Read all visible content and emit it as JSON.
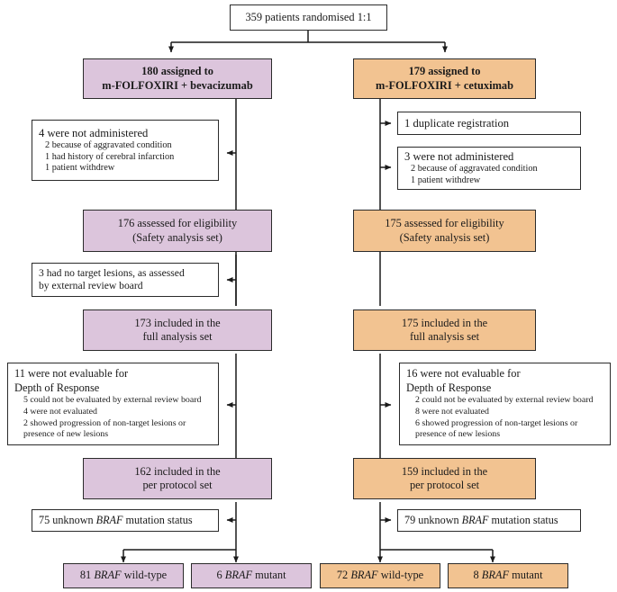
{
  "diagram": {
    "title": "CONSORT patient flow diagram",
    "colors": {
      "arm_left_fill": "#dcc5dc",
      "arm_right_fill": "#f2c391",
      "box_stroke": "#2b2b2b",
      "plain_fill": "#ffffff",
      "background": "#ffffff"
    }
  },
  "nodes": {
    "randomised": {
      "lines": [
        "359 patients randomised 1:1"
      ]
    },
    "left_assigned": {
      "lines": [
        "180 assigned to",
        "m-FOLFOXIRI + bevacizumab"
      ]
    },
    "right_assigned": {
      "lines": [
        "179 assigned to",
        "m-FOLFOXIRI + cetuximab"
      ]
    },
    "left_not_administered": {
      "head": "4 were not administered",
      "items": [
        "2 because of aggravated condition",
        "1 had history of cerebral infarction",
        "1 patient withdrew"
      ]
    },
    "right_duplicate": {
      "head": "1 duplicate registration",
      "items": []
    },
    "right_not_administered": {
      "head": "3 were not administered",
      "items": [
        "2 because of aggravated condition",
        "1 patient withdrew"
      ]
    },
    "left_safety": {
      "lines": [
        "176 assessed for eligibility",
        "(Safety analysis set)"
      ]
    },
    "right_safety": {
      "lines": [
        "175 assessed for eligibility",
        "(Safety analysis set)"
      ]
    },
    "left_no_target": {
      "lines": [
        "3 had no target lesions, as assessed",
        "by external review board"
      ]
    },
    "left_full": {
      "lines": [
        "173 included in the",
        "full analysis set"
      ]
    },
    "right_full": {
      "lines": [
        "175 included in the",
        "full analysis set"
      ]
    },
    "left_not_evaluable": {
      "head1": "11 were not evaluable for",
      "head2": "Depth of Response",
      "items": [
        "5 could not be evaluated by external review board",
        "4 were not evaluated",
        "2 showed progression of non-target lesions or",
        "presence of new lesions"
      ]
    },
    "right_not_evaluable": {
      "head1": "16 were not evaluable for",
      "head2": "Depth of Response",
      "items": [
        "2 could not be evaluated by external review board",
        "8 were not evaluated",
        "6 showed progression of non-target lesions or",
        "presence of new lesions"
      ]
    },
    "left_per_protocol": {
      "lines": [
        "162 included in the",
        "per protocol set"
      ]
    },
    "right_per_protocol": {
      "lines": [
        "159 included in the",
        "per protocol set"
      ]
    },
    "left_unknown_braf": {
      "pre": "75 unknown ",
      "gene": "BRAF",
      "post": " mutation status"
    },
    "right_unknown_braf": {
      "pre": "79 unknown ",
      "gene": "BRAF",
      "post": " mutation status"
    },
    "left_wild": {
      "pre": "81 ",
      "gene": "BRAF",
      "post": " wild-type"
    },
    "left_mutant": {
      "pre": "6 ",
      "gene": "BRAF",
      "post": " mutant"
    },
    "right_wild": {
      "pre": "72 ",
      "gene": "BRAF",
      "post": " wild-type"
    },
    "right_mutant": {
      "pre": "8 ",
      "gene": "BRAF",
      "post": " mutant"
    }
  }
}
